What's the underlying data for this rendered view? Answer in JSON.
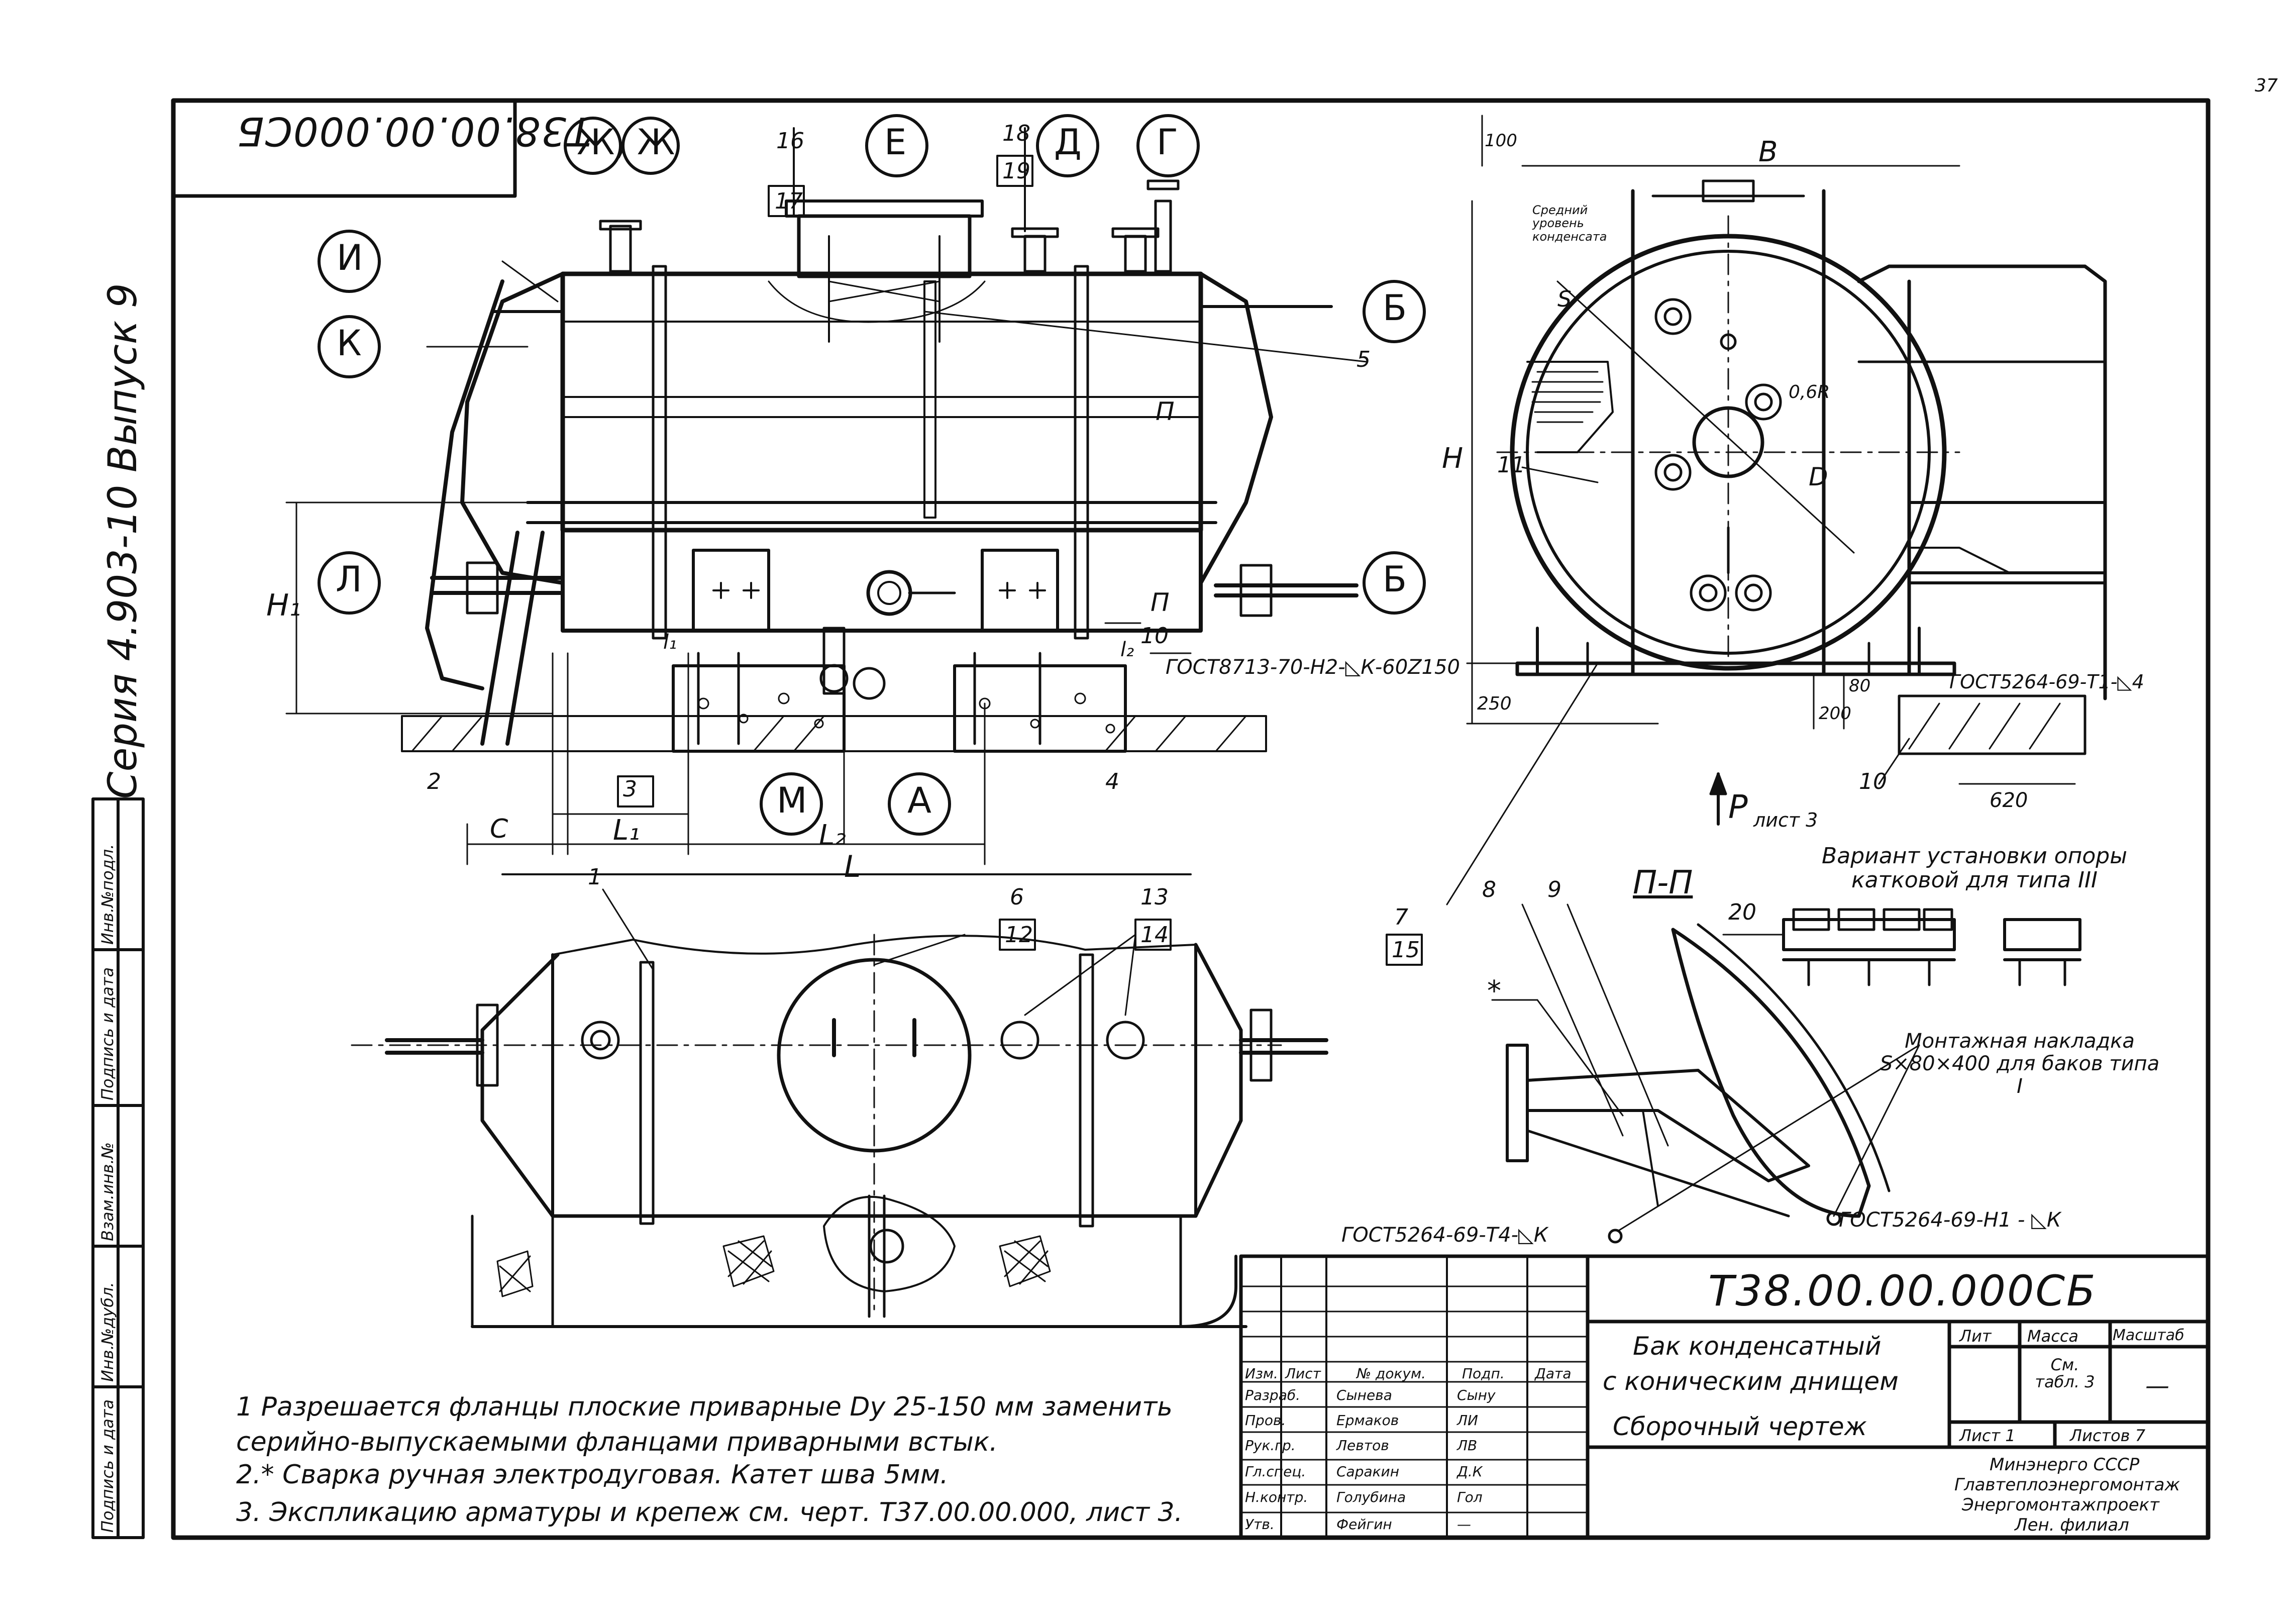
{
  "sheet": {
    "page_number": "37",
    "top_code_rotated": "Т38.00.00.000СБ",
    "series": "Серия  4.903-10  Выпуск 9"
  },
  "left_stamp": {
    "labels": [
      "Инв.№подл.",
      "Подпись и дата",
      "Взам.инв.№",
      "Инв.№дубл.",
      "Подпись и дата"
    ]
  },
  "callouts": {
    "circles": [
      "Ж,",
      "Ж",
      "Е",
      "Д",
      "Г",
      "И",
      "К",
      "Б",
      "Л",
      "Б",
      "М",
      "А"
    ],
    "pos_numbers": [
      "16",
      "17",
      "18",
      "19",
      "5",
      "2",
      "3",
      "4",
      "10",
      "1",
      "6",
      "12",
      "13",
      "14",
      "7",
      "15",
      "8",
      "9",
      "20",
      "11",
      "10"
    ]
  },
  "dimensions": {
    "H1": "H₁",
    "L": "L",
    "L1": "L₁",
    "L2": "L₂",
    "C": "C",
    "l1": "l₁",
    "l2": "l₂",
    "B": "B",
    "H": "H",
    "D": "D",
    "S": "S",
    "d100": "100",
    "d250": "250",
    "d200": "200",
    "d80": "80",
    "d620": "620",
    "r06R": "0,6R",
    "star": "*",
    "p_marker": "П",
    "p_marker2": "П"
  },
  "annotations": {
    "gost_left": "ГОСТ8713-70-Н2-◺К-60Z150",
    "gost_right_top": "ГОСТ5264-69-Т1-◺4",
    "gost_bottom_left": "ГОСТ5264-69-Т4-◺К",
    "gost_bottom_right": "ГОСТ5264-69-Н1 - ◺К",
    "view_arrow": "Р",
    "view_arrow_sheet": "лист 3",
    "section_title": "П-П",
    "variant": "Вариант установки опоры катковой для типа III",
    "level": "Средний уровень конденсата",
    "mount_plate": "Монтажная накладка S×80×400 для баков типа I"
  },
  "notes": [
    "1 Разрешается фланцы плоские приварные Dу 25-150 мм заменить серийно-выпускаемыми фланцами приварными встык.",
    "2.* Сварка ручная электродуговая. Катет шва 5мм.",
    "3. Экспликацию арматуры и крепеж см. черт. Т37.00.00.000, лист 3."
  ],
  "title_block": {
    "code": "Т38.00.00.000СБ",
    "name_line1": "Бак конденсатный",
    "name_line2": "с коническим днищем",
    "name_line3": "Сборочный чертеж",
    "col_lit": "Лит",
    "col_mass": "Масса",
    "col_scale": "Масштаб",
    "mass_value": "См. табл. 3",
    "scale_value": "—",
    "sheet": "Лист 1",
    "sheets": "Листов 7",
    "org_line1": "Минэнерго СССР",
    "org_line2": "Главтеплоэнергомонтаж",
    "org_line3": "Энергомонтажпроект",
    "org_line4": "Лен. филиал",
    "header": [
      "Изм.",
      "Лист",
      "№ докум.",
      "Подп.",
      "Дата"
    ],
    "rows": [
      {
        "role": "Разраб.",
        "name": "Сынева",
        "sign": "Сыну"
      },
      {
        "role": "Пров.",
        "name": "Ермаков",
        "sign": "ЛИ"
      },
      {
        "role": "Рук.гр.",
        "name": "Левтов",
        "sign": "ЛВ"
      },
      {
        "role": "Гл.спец.",
        "name": "Саракин",
        "sign": "Д.К"
      },
      {
        "role": "Н.контр.",
        "name": "Голубина",
        "sign": "Гол"
      },
      {
        "role": "Утв.",
        "name": "Фейгин",
        "sign": "—"
      }
    ]
  }
}
